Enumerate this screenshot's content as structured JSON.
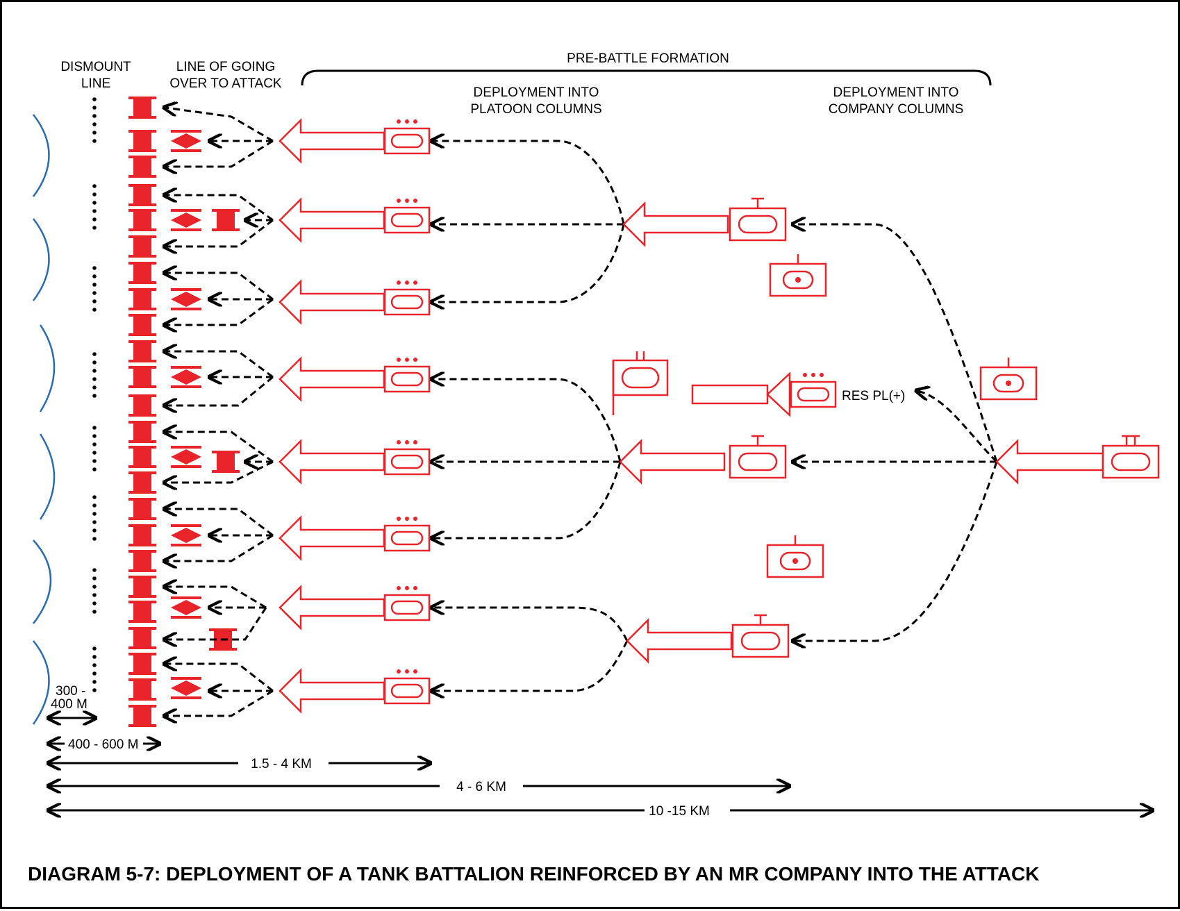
{
  "title": "DIAGRAM 5-7:  DEPLOYMENT OF A TANK BATTALION REINFORCED BY AN MR COMPANY INTO THE ATTACK",
  "labels": {
    "dismount_line_1": "DISMOUNT",
    "dismount_line_2": "LINE",
    "attack_line_1": "LINE OF GOING",
    "attack_line_2": "OVER TO ATTACK",
    "pre_battle": "PRE-BATTLE FORMATION",
    "platoon_cols_1": "DEPLOYMENT INTO",
    "platoon_cols_2": "PLATOON COLUMNS",
    "company_cols_1": "DEPLOYMENT INTO",
    "company_cols_2": "COMPANY COLUMNS",
    "reserve": "RES PL(+)"
  },
  "distances": {
    "d300_1": "300 -",
    "d300_2": "400 M",
    "d400": "400 - 600 M",
    "d1_5": "1.5 - 4 KM",
    "d4_6": "4 - 6 KM",
    "d10_15": "10 -15 KM"
  },
  "colors": {
    "unit_red": "#e8232a",
    "dismount_arc_blue": "#2b6cb0",
    "line_black": "#000000"
  }
}
